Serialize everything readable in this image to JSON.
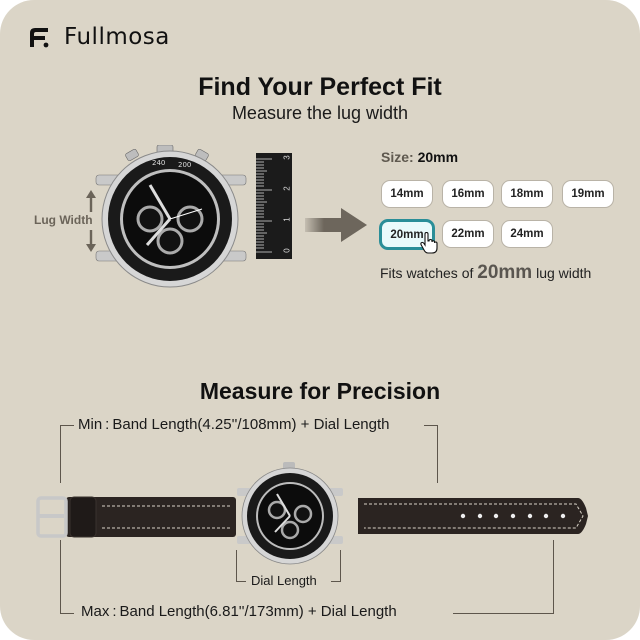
{
  "brand": {
    "name": "Fullmosa",
    "logo_icon": "f-dot-logo-icon"
  },
  "fit_section": {
    "title": "Find Your Perfect Fit",
    "subtitle": "Measure the lug width",
    "lug_label": "Lug Width",
    "ruler_numbers": [
      "0",
      "1",
      "2",
      "3"
    ],
    "size_prefix": "Size:",
    "size_value": "20mm",
    "sizes": [
      {
        "label": "14mm",
        "selected": false
      },
      {
        "label": "16mm",
        "selected": false
      },
      {
        "label": "18mm",
        "selected": false
      },
      {
        "label": "19mm",
        "selected": false
      },
      {
        "label": "20mm",
        "selected": true
      },
      {
        "label": "22mm",
        "selected": false
      },
      {
        "label": "24mm",
        "selected": false
      }
    ],
    "fits_prefix": "Fits watches of",
    "fits_value": "20mm",
    "fits_suffix": "lug width"
  },
  "precision_section": {
    "title": "Measure for Precision",
    "min_label": "Min",
    "min_text": "Band Length(4.25''/108mm) + Dial Length",
    "max_label": "Max",
    "max_text": "Band Length(6.81''/173mm) + Dial Length",
    "dial_label": "Dial Length"
  },
  "colors": {
    "background": "#dbd5c7",
    "accent": "#2a8e98",
    "selected_fill": "#e9fafb",
    "strap": "#2a2422",
    "text": "#111111"
  }
}
